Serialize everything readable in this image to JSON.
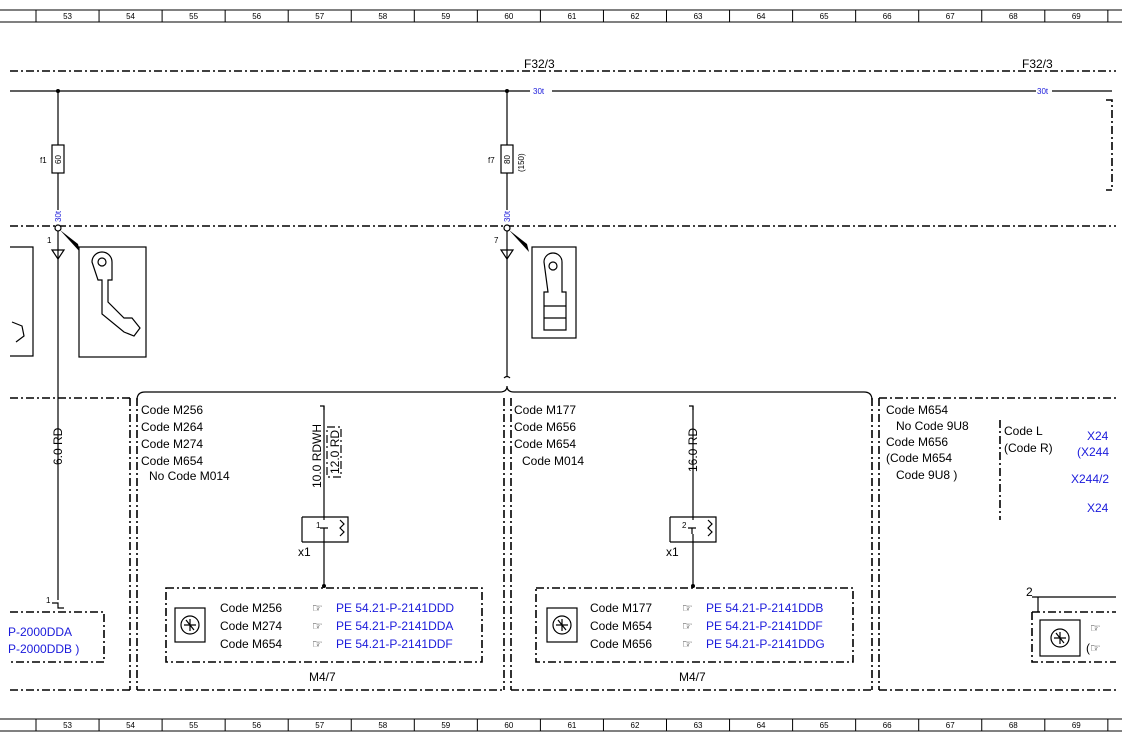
{
  "ruler": {
    "columns": [
      "53",
      "54",
      "55",
      "56",
      "57",
      "58",
      "59",
      "60",
      "61",
      "62",
      "63",
      "64",
      "65",
      "66",
      "67",
      "68",
      "69"
    ]
  },
  "circuit": {
    "left_label": "F32/3",
    "right_label": "F32/3",
    "bus_left": "30t",
    "bus_right": "30t",
    "bus_in_f1": "30t",
    "bus_in_f7": "30t"
  },
  "fuses": {
    "f1": {
      "name": "f1",
      "rating": "60"
    },
    "f7": {
      "name": "f7",
      "rating": "80",
      "alt": "(150)"
    }
  },
  "pins": {
    "p1": "1",
    "p7": "7",
    "p2": "2",
    "conn1": "1"
  },
  "wires": {
    "left": "6.0 RD",
    "section1_a": "10.0 RDWH",
    "section1_b": "12.0 RD",
    "section2": "16.0 RD"
  },
  "section1": {
    "codes": [
      "Code M256",
      "Code M264",
      "Code M274",
      "Code M654",
      "No Code M014"
    ],
    "component": "x1",
    "pin": "1",
    "refs": [
      {
        "code": "Code M256",
        "link": "PE 54.21-P-2141DDD"
      },
      {
        "code": "Code M274",
        "link": "PE 54.21-P-2141DDA"
      },
      {
        "code": "Code M654",
        "link": "PE 54.21-P-2141DDF"
      }
    ],
    "label": "M4/7"
  },
  "section2": {
    "codes": [
      "Code M177",
      "Code M656",
      "Code M654",
      "Code M014"
    ],
    "component": "x1",
    "pin": "2",
    "refs": [
      {
        "code": "Code M177",
        "link": "PE 54.21-P-2141DDB"
      },
      {
        "code": "Code M654",
        "link": "PE 54.21-P-2141DDF"
      },
      {
        "code": "Code M656",
        "link": "PE 54.21-P-2141DDG"
      }
    ],
    "label": "M4/7"
  },
  "section3": {
    "codes": [
      "Code M654",
      "No Code 9U8",
      "Code M656",
      "(Code M654",
      "Code 9U8 )"
    ],
    "codes_b": [
      "Code L",
      "(Code R)"
    ],
    "xrefs": [
      "X24",
      "(X244",
      "X244/2",
      "X24"
    ]
  },
  "left_refs": [
    "P-2000DDA",
    "P-2000DDB )"
  ]
}
